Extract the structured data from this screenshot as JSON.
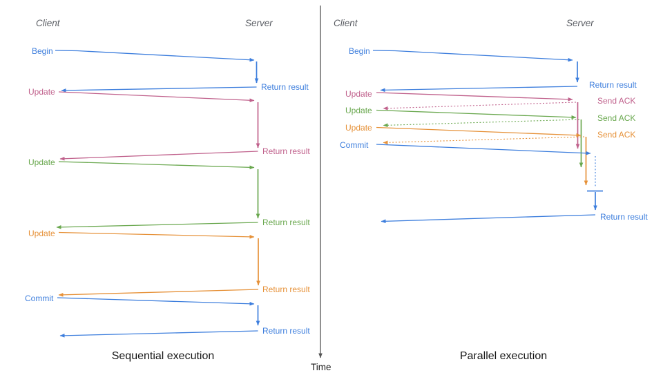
{
  "colors": {
    "blue": "#3d7edd",
    "pink": "#c0618c",
    "green": "#6aa84f",
    "orange": "#e69138",
    "axis": "#555555",
    "header": "#5a5d63",
    "caption": "#161616"
  },
  "time_axis": {
    "label": "Time"
  },
  "left": {
    "caption": "Sequential execution",
    "client_header": "Client",
    "server_header": "Server",
    "messages": [
      {
        "label": "Begin",
        "response": "Return result"
      },
      {
        "label": "Update",
        "response": "Return result"
      },
      {
        "label": "Update",
        "response": "Return result"
      },
      {
        "label": "Update",
        "response": "Return result"
      },
      {
        "label": "Commit",
        "response": "Return result"
      }
    ]
  },
  "right": {
    "caption": "Parallel execution",
    "client_header": "Client",
    "server_header": "Server",
    "messages": [
      {
        "label": "Begin",
        "response": "Return result"
      },
      {
        "label": "Update",
        "response": "Send ACK"
      },
      {
        "label": "Update",
        "response": "Send ACK"
      },
      {
        "label": "Update",
        "response": "Send ACK"
      },
      {
        "label": "Commit",
        "response": "Return result"
      }
    ]
  }
}
